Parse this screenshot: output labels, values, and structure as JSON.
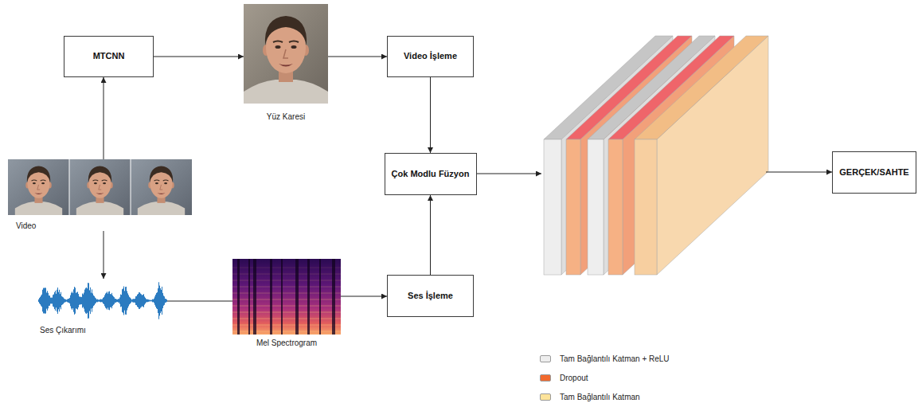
{
  "diagram": {
    "nodes": [
      {
        "text": [
          "MTCNN"
        ]
      },
      {
        "text": [
          "Yüz Karesi"
        ]
      },
      {
        "text": [
          "Video İşleme"
        ]
      },
      {
        "text": [
          "Çok Modlu Füzyon"
        ]
      },
      {
        "text": [
          "GERÇEK/SAHTE"
        ]
      },
      {
        "text": [
          "Video"
        ]
      },
      {
        "text": [
          "Ses Çıkarımı"
        ]
      },
      {
        "text": [
          "Mel Spectrogram"
        ]
      },
      {
        "text": [
          "Ses İşleme"
        ]
      }
    ],
    "edges": [
      {
        "from": 5,
        "to": 0,
        "arrow": "to"
      },
      {
        "from": 5,
        "to": 6,
        "arrow": "to"
      },
      {
        "from": 0,
        "to": 1,
        "arrow": "to"
      },
      {
        "from": 1,
        "to": 2,
        "arrow": "to"
      },
      {
        "from": 2,
        "to": 3,
        "arrow": "to"
      },
      {
        "from": 6,
        "to": 7,
        "arrow": "none"
      },
      {
        "from": 7,
        "to": 8,
        "arrow": "to"
      },
      {
        "from": 8,
        "to": 3,
        "arrow": "to"
      }
    ],
    "legend": [
      {
        "text": "Tam Bağlantılı Katman + ReLU",
        "color": "#eeeeee"
      },
      {
        "text": "Dropout",
        "color": "#f26a2e"
      },
      {
        "text": "Tam Bağlantılı Katman",
        "color": "#fde39a"
      }
    ]
  }
}
